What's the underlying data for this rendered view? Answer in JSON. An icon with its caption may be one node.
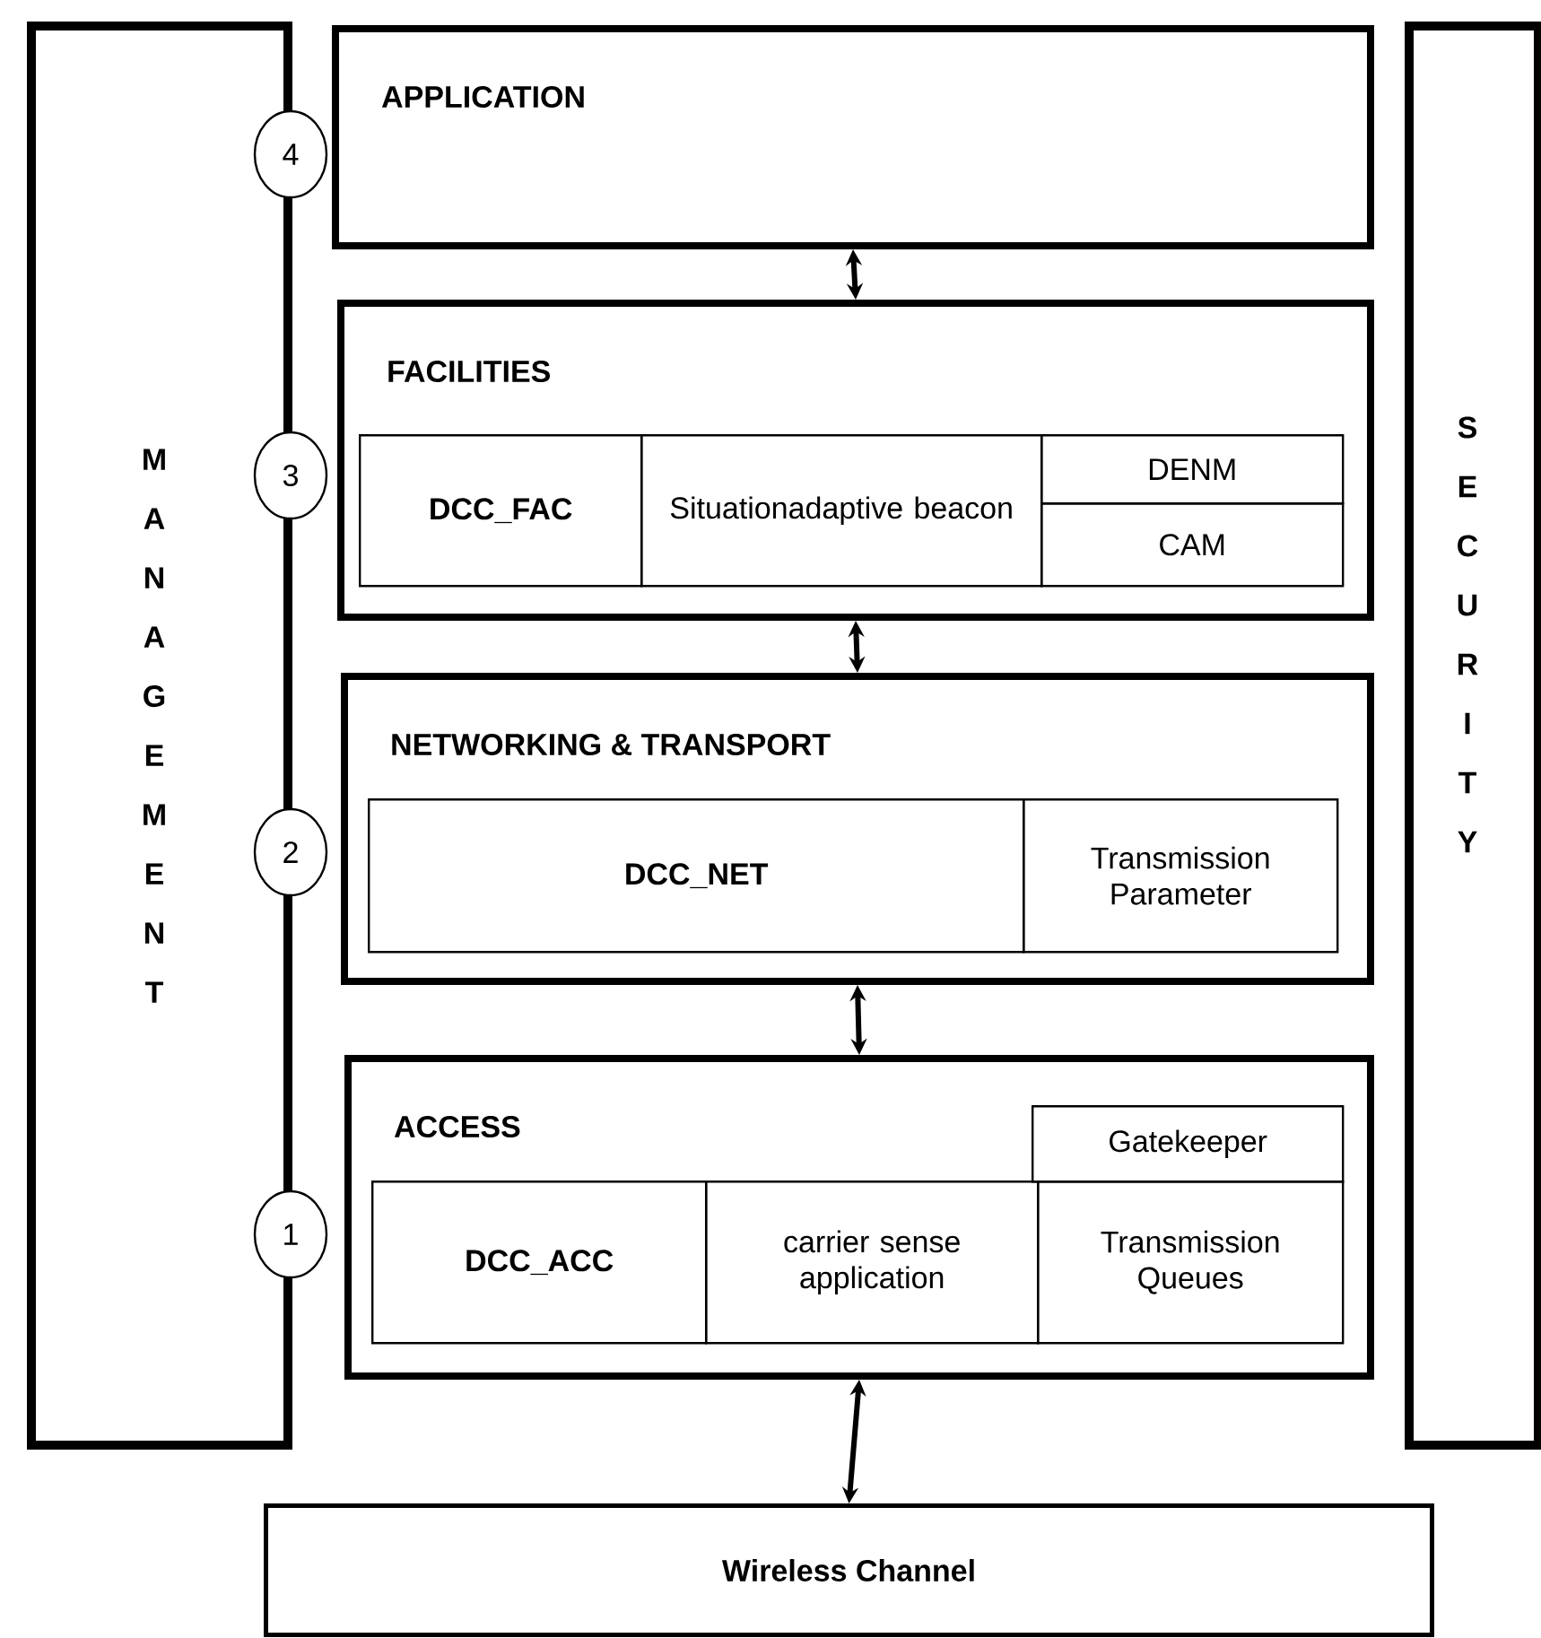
{
  "diagram": {
    "nodes": [
      {
        "text": [
          "MANAGEMENT"
        ]
      },
      {
        "text": [
          "SECURITY"
        ]
      },
      {
        "text": [
          "APPLICATION"
        ]
      },
      {
        "text": [
          "FACILITIES"
        ]
      },
      {
        "text": [
          "DCC_FAC"
        ],
        "in": 3
      },
      {
        "text": [
          "Situationadaptive beacon"
        ],
        "in": 3
      },
      {
        "text": [
          "DENM"
        ],
        "in": 3
      },
      {
        "text": [
          "CAM"
        ],
        "in": 3
      },
      {
        "text": [
          "NETWORKING & TRANSPORT"
        ]
      },
      {
        "text": [
          "DCC_NET"
        ],
        "in": 8
      },
      {
        "text": [
          "Transmission Parameter"
        ],
        "in": 8
      },
      {
        "text": [
          "ACCESS"
        ]
      },
      {
        "text": [
          "Gatekeeper"
        ],
        "in": 11
      },
      {
        "text": [
          "DCC_ACC"
        ],
        "in": 11
      },
      {
        "text": [
          "carrier sense application"
        ],
        "in": 11
      },
      {
        "text": [
          "Transmission Queues"
        ],
        "in": 11
      },
      {
        "text": [
          "Wireless Channel"
        ]
      },
      {
        "text": [
          "4"
        ]
      },
      {
        "text": [
          "3"
        ]
      },
      {
        "text": [
          "2"
        ]
      },
      {
        "text": [
          "1"
        ]
      }
    ],
    "edges": [
      {
        "from": 2,
        "to": 3,
        "arrow": "both"
      },
      {
        "from": 3,
        "to": 8,
        "arrow": "both"
      },
      {
        "from": 8,
        "to": 11,
        "arrow": "both"
      },
      {
        "from": 11,
        "to": 16,
        "arrow": "both"
      }
    ]
  }
}
